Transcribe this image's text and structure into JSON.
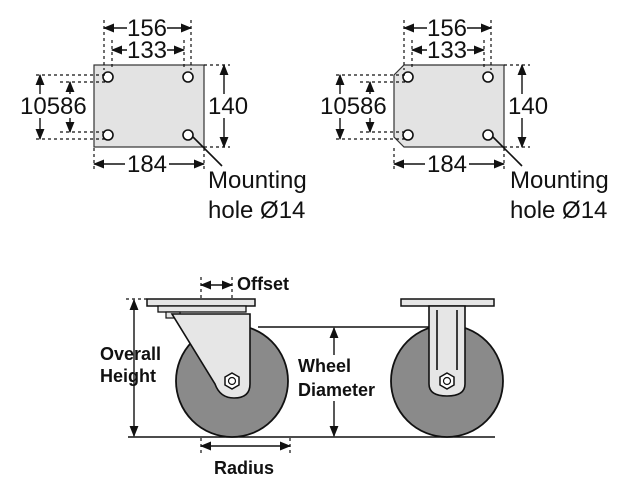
{
  "plates": [
    {
      "dim_outer_width": "156",
      "dim_inner_width": "133",
      "dim_plate_width": "184",
      "dim_outer_height": "105",
      "dim_inner_height": "86",
      "dim_plate_height": "140",
      "note_line1": "Mounting",
      "note_line2": "hole Ø14"
    },
    {
      "dim_outer_width": "156",
      "dim_inner_width": "133",
      "dim_plate_width": "184",
      "dim_outer_height": "105",
      "dim_inner_height": "86",
      "dim_plate_height": "140",
      "note_line1": "Mounting",
      "note_line2": "hole Ø14"
    }
  ],
  "caster": {
    "offset_label": "Offset",
    "overall_height_line1": "Overall",
    "overall_height_line2": "Height",
    "wheel_diameter_line1": "Wheel",
    "wheel_diameter_line2": "Diameter",
    "radius_label": "Radius"
  }
}
